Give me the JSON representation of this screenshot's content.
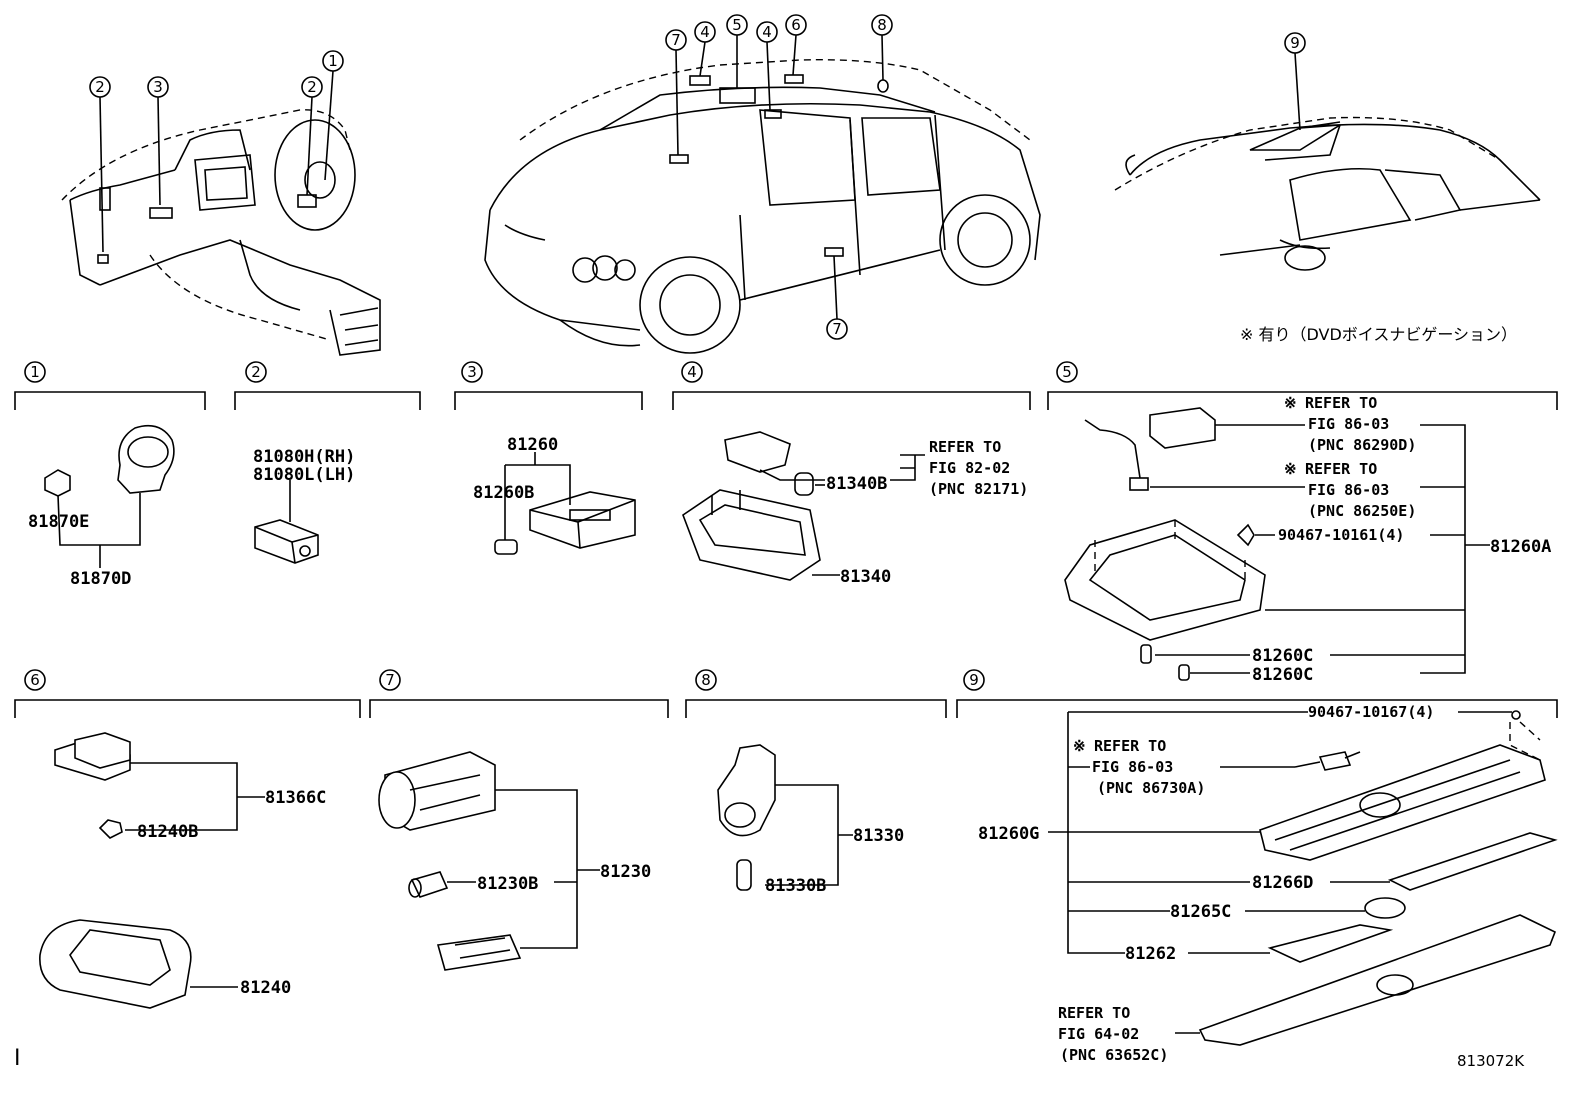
{
  "diagram": {
    "callout_nums": [
      "1",
      "2",
      "3",
      "4",
      "5",
      "6",
      "7",
      "8",
      "9"
    ],
    "jp_note": "※ 有り（DVDボイスナビゲーション）",
    "ref_mark": "※",
    "labels": {
      "p81870E": "81870E",
      "p81870D": "81870D",
      "p81080H": "81080H(RH)",
      "p81080L": "81080L(LH)",
      "p81260": "81260",
      "p81260B": "81260B",
      "p81340B": "81340B",
      "p81340": "81340",
      "ref1_a": "REFER TO",
      "ref1_b": "FIG 82-02",
      "ref1_c": "(PNC 82171)",
      "ref2_a": "REFER TO",
      "ref2_b": "FIG 86-03",
      "ref2_c": "(PNC 86290D)",
      "ref3_a": "REFER TO",
      "ref3_b": "FIG 86-03",
      "ref3_c": "(PNC 86250E)",
      "p90467a": "90467-10161(4)",
      "p81260A": "81260A",
      "p81260C1": "81260C",
      "p81260C2": "81260C",
      "p81366C": "81366C",
      "p81240B": "81240B",
      "p81240": "81240",
      "p81230": "81230",
      "p81230B": "81230B",
      "p81330": "81330",
      "p81330B": "81330B",
      "p90467b": "90467-10167(4)",
      "ref4_a": "REFER TO",
      "ref4_b": "FIG 86-03",
      "ref4_c": "(PNC 86730A)",
      "p81260G": "81260G",
      "p81266D": "81266D",
      "p81265C": "81265C",
      "p81262": "81262",
      "ref5_a": "REFER TO",
      "ref5_b": "FIG 64-02",
      "ref5_c": "(PNC 63652C)",
      "corner_left": "I",
      "fig_id": "813072K"
    }
  }
}
